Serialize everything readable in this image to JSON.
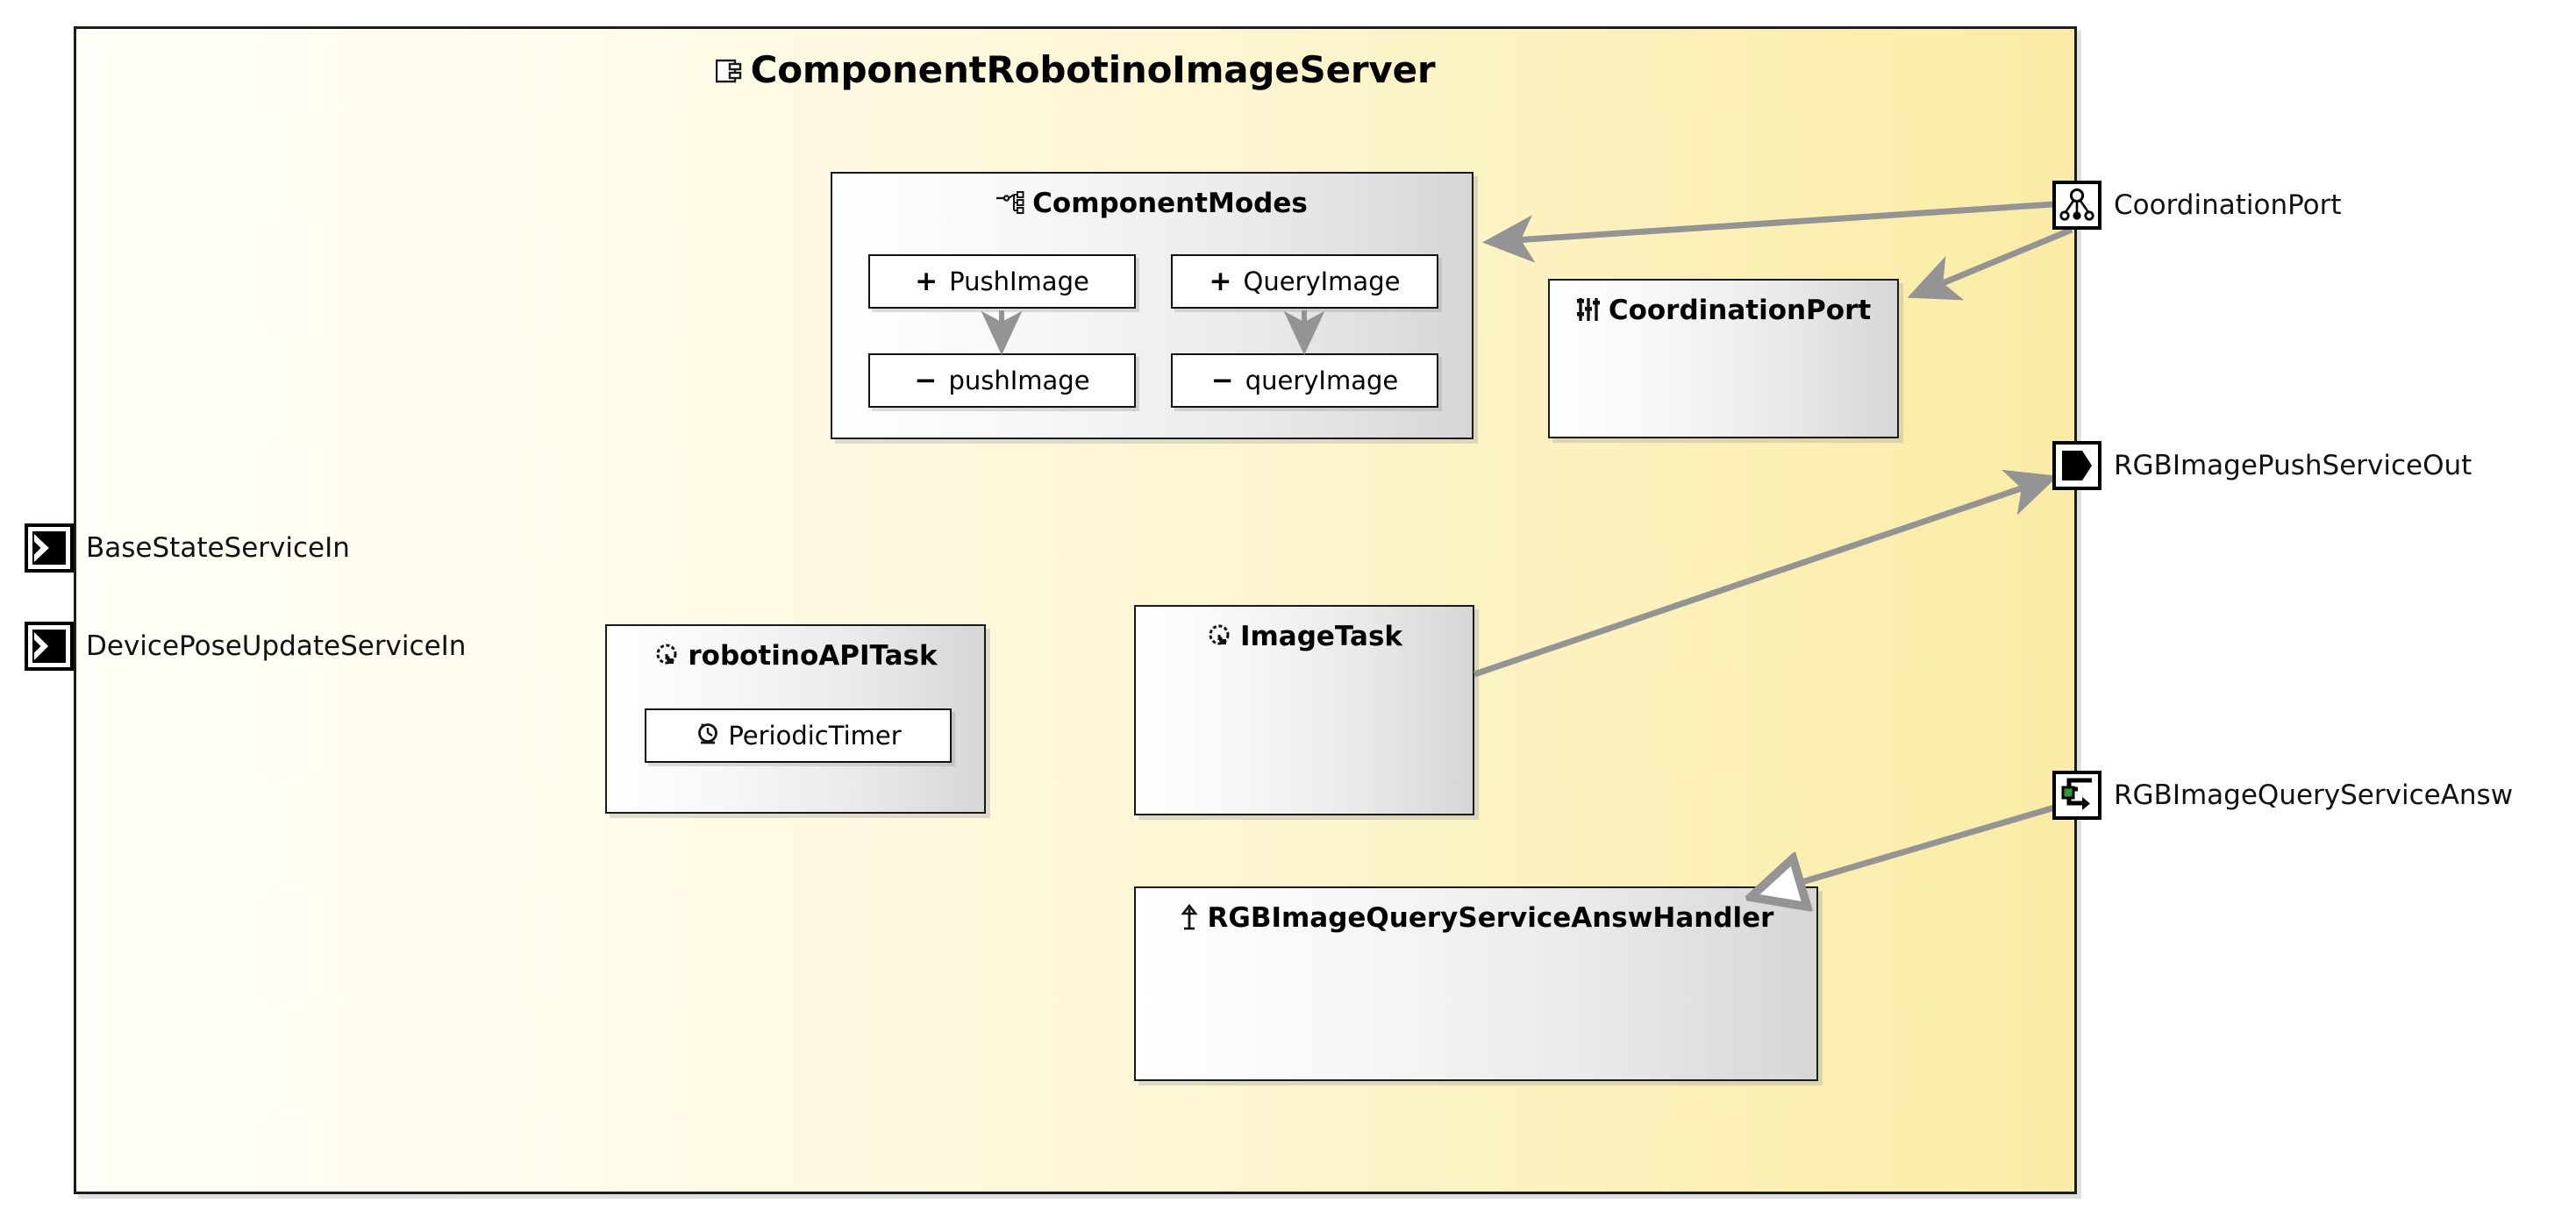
{
  "diagram": {
    "type": "uml-component-diagram",
    "title": "ComponentRobotinoImageServer",
    "title_icon": "component-icon",
    "background_color": "#ffffff",
    "component_fill_left": "#fffef8",
    "component_fill_right": "#faeca6",
    "component_border_color": "#1b1b1b",
    "connector_color": "#949494"
  },
  "component": {
    "name": "ComponentRobotinoImageServer"
  },
  "component_modes": {
    "title": "ComponentModes",
    "icon": "state-hierarchy-icon",
    "modes": [
      {
        "visibility": "+",
        "name": "PushImage",
        "icon": "plus-sign"
      },
      {
        "visibility": "+",
        "name": "QueryImage",
        "icon": "plus-sign"
      },
      {
        "visibility": "−",
        "name": "pushImage",
        "icon": "minus-sign"
      },
      {
        "visibility": "−",
        "name": "queryImage",
        "icon": "minus-sign"
      }
    ]
  },
  "inner_boxes": {
    "coordination_port": {
      "title": "CoordinationPort",
      "icon": "sliders-icon"
    },
    "robotino_api_task": {
      "title": "robotinoAPITask",
      "icon": "task-loop-icon",
      "child": {
        "title": "PeriodicTimer",
        "icon": "alarm-clock-icon"
      }
    },
    "image_task": {
      "title": "ImageTask",
      "icon": "task-loop-icon"
    },
    "query_answ_handler": {
      "title": "RGBImageQueryServiceAnswHandler",
      "icon": "up-arrow-icon"
    }
  },
  "ports": {
    "left": [
      {
        "label": "BaseStateServiceIn",
        "icon": "input-chevron-icon"
      },
      {
        "label": "DevicePoseUpdateServiceIn",
        "icon": "input-chevron-icon"
      }
    ],
    "right": [
      {
        "label": "CoordinationPort",
        "icon": "coordination-tree-icon"
      },
      {
        "label": "RGBImagePushServiceOut",
        "icon": "output-pentagon-icon"
      },
      {
        "label": "RGBImageQueryServiceAnsw",
        "icon": "query-answer-loop-icon",
        "accent_color": "#2f9b2f"
      }
    ]
  },
  "connections": [
    {
      "from": "CoordinationPort (port)",
      "to": "ComponentModes",
      "arrowhead": "filled"
    },
    {
      "from": "CoordinationPort (port)",
      "to": "CoordinationPort (box)",
      "arrowhead": "filled"
    },
    {
      "from": "ImageTask",
      "to": "RGBImagePushServiceOut",
      "arrowhead": "filled"
    },
    {
      "from": "RGBImageQueryServiceAnsw",
      "to": "RGBImageQueryServiceAnswHandler",
      "arrowhead": "open"
    },
    {
      "from": "PushImage",
      "to": "pushImage",
      "arrowhead": "filled"
    },
    {
      "from": "QueryImage",
      "to": "queryImage",
      "arrowhead": "filled"
    }
  ]
}
